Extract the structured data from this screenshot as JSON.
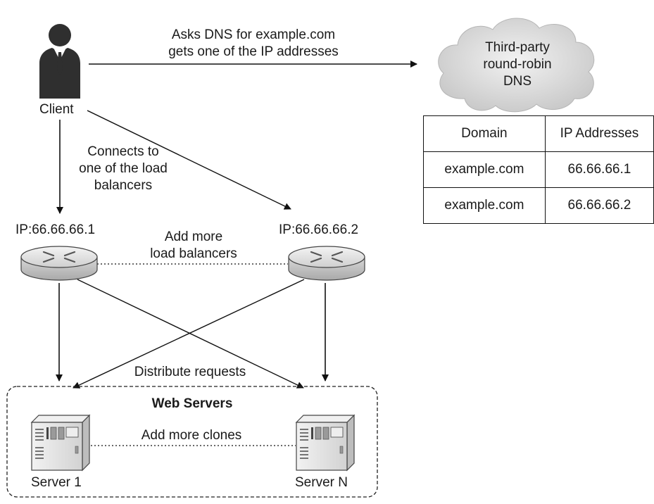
{
  "client": {
    "label": "Client"
  },
  "dns_query": {
    "line1": "Asks DNS for example.com",
    "line2": "gets one of the IP addresses"
  },
  "dns_cloud": {
    "line1": "Third-party",
    "line2": "round-robin",
    "line3": "DNS"
  },
  "dns_table": {
    "headers": [
      "Domain",
      "IP Addresses"
    ],
    "rows": [
      [
        "example.com",
        "66.66.66.1"
      ],
      [
        "example.com",
        "66.66.66.2"
      ]
    ]
  },
  "connect_note": {
    "line1": "Connects to",
    "line2": "one of the load",
    "line3": "balancers"
  },
  "load_balancers": [
    {
      "ip_label": "IP:66.66.66.1"
    },
    {
      "ip_label": "IP:66.66.66.2"
    }
  ],
  "scale_lb_note": {
    "line1": "Add more",
    "line2": "load balancers"
  },
  "distribute_note": "Distribute requests",
  "web_servers": {
    "title": "Web Servers",
    "clone_note": "Add more clones",
    "servers": [
      {
        "label": "Server 1"
      },
      {
        "label": "Server N"
      }
    ]
  },
  "colors": {
    "ink": "#1a1a1a",
    "cloud_fill": "#dcdcdc",
    "device_fill": "#e6e6e6"
  }
}
